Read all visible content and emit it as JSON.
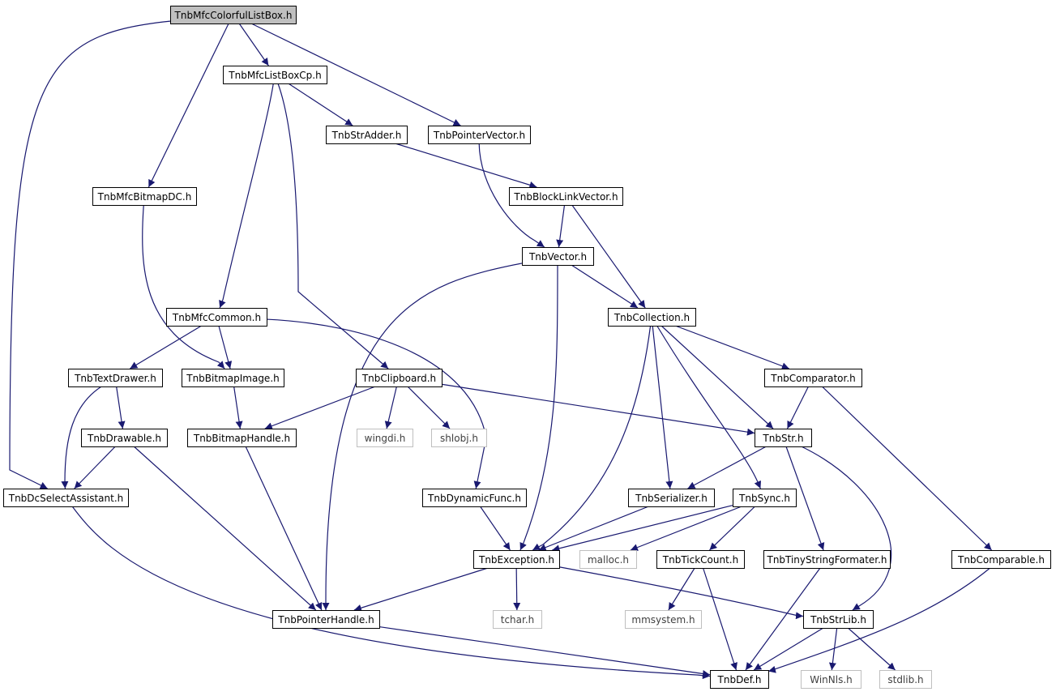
{
  "colors": {
    "edge": "#191970",
    "border": "#000000",
    "border_system": "#bfbfbf",
    "text": "#000000",
    "text_system": "#404040",
    "root_fill": "#bfbfbf",
    "fill": "#ffffff"
  },
  "nodes": [
    {
      "id": "colorful",
      "label": "TnbMfcColorfulListBox.h",
      "kind": "root"
    },
    {
      "id": "listboxcp",
      "label": "TnbMfcListBoxCp.h",
      "kind": "normal"
    },
    {
      "id": "stradder",
      "label": "TnbStrAdder.h",
      "kind": "normal"
    },
    {
      "id": "ptrvector",
      "label": "TnbPointerVector.h",
      "kind": "normal"
    },
    {
      "id": "bitmapdc",
      "label": "TnbMfcBitmapDC.h",
      "kind": "normal"
    },
    {
      "id": "blocklink",
      "label": "TnbBlockLinkVector.h",
      "kind": "normal"
    },
    {
      "id": "vector",
      "label": "TnbVector.h",
      "kind": "normal"
    },
    {
      "id": "mfccommon",
      "label": "TnbMfcCommon.h",
      "kind": "normal"
    },
    {
      "id": "collection",
      "label": "TnbCollection.h",
      "kind": "normal"
    },
    {
      "id": "textdrawer",
      "label": "TnbTextDrawer.h",
      "kind": "normal"
    },
    {
      "id": "bitmapimage",
      "label": "TnbBitmapImage.h",
      "kind": "normal"
    },
    {
      "id": "clipboard",
      "label": "TnbClipboard.h",
      "kind": "normal"
    },
    {
      "id": "comparator",
      "label": "TnbComparator.h",
      "kind": "normal"
    },
    {
      "id": "drawable",
      "label": "TnbDrawable.h",
      "kind": "normal"
    },
    {
      "id": "bitmaphandle",
      "label": "TnbBitmapHandle.h",
      "kind": "normal"
    },
    {
      "id": "wingdi",
      "label": "wingdi.h",
      "kind": "system"
    },
    {
      "id": "shlobj",
      "label": "shlobj.h",
      "kind": "system"
    },
    {
      "id": "str",
      "label": "TnbStr.h",
      "kind": "normal"
    },
    {
      "id": "dcselect",
      "label": "TnbDcSelectAssistant.h",
      "kind": "normal"
    },
    {
      "id": "dynfunc",
      "label": "TnbDynamicFunc.h",
      "kind": "normal"
    },
    {
      "id": "serializer",
      "label": "TnbSerializer.h",
      "kind": "normal"
    },
    {
      "id": "sync",
      "label": "TnbSync.h",
      "kind": "normal"
    },
    {
      "id": "exception",
      "label": "TnbException.h",
      "kind": "normal"
    },
    {
      "id": "malloc",
      "label": "malloc.h",
      "kind": "system"
    },
    {
      "id": "tickcount",
      "label": "TnbTickCount.h",
      "kind": "normal"
    },
    {
      "id": "tinyfmt",
      "label": "TnbTinyStringFormater.h",
      "kind": "normal"
    },
    {
      "id": "comparable",
      "label": "TnbComparable.h",
      "kind": "normal"
    },
    {
      "id": "ptrhandle",
      "label": "TnbPointerHandle.h",
      "kind": "normal"
    },
    {
      "id": "tchar",
      "label": "tchar.h",
      "kind": "system"
    },
    {
      "id": "mmsystem",
      "label": "mmsystem.h",
      "kind": "system"
    },
    {
      "id": "strlib",
      "label": "TnbStrLib.h",
      "kind": "normal"
    },
    {
      "id": "def",
      "label": "TnbDef.h",
      "kind": "normal"
    },
    {
      "id": "winnls",
      "label": "WinNls.h",
      "kind": "system"
    },
    {
      "id": "stdlib",
      "label": "stdlib.h",
      "kind": "system"
    }
  ],
  "edges": [
    {
      "from": "colorful",
      "to": "listboxcp"
    },
    {
      "from": "colorful",
      "to": "ptrvector"
    },
    {
      "from": "colorful",
      "to": "bitmapdc"
    },
    {
      "from": "colorful",
      "to": "dcselect"
    },
    {
      "from": "listboxcp",
      "to": "stradder"
    },
    {
      "from": "listboxcp",
      "to": "mfccommon"
    },
    {
      "from": "listboxcp",
      "to": "clipboard"
    },
    {
      "from": "stradder",
      "to": "blocklink"
    },
    {
      "from": "ptrvector",
      "to": "vector"
    },
    {
      "from": "bitmapdc",
      "to": "bitmapimage"
    },
    {
      "from": "blocklink",
      "to": "vector"
    },
    {
      "from": "blocklink",
      "to": "collection"
    },
    {
      "from": "vector",
      "to": "collection"
    },
    {
      "from": "vector",
      "to": "ptrhandle"
    },
    {
      "from": "vector",
      "to": "exception"
    },
    {
      "from": "mfccommon",
      "to": "textdrawer"
    },
    {
      "from": "mfccommon",
      "to": "bitmapimage"
    },
    {
      "from": "mfccommon",
      "to": "dynfunc"
    },
    {
      "from": "collection",
      "to": "comparator"
    },
    {
      "from": "collection",
      "to": "str"
    },
    {
      "from": "collection",
      "to": "serializer"
    },
    {
      "from": "collection",
      "to": "sync"
    },
    {
      "from": "collection",
      "to": "exception"
    },
    {
      "from": "textdrawer",
      "to": "drawable"
    },
    {
      "from": "textdrawer",
      "to": "dcselect"
    },
    {
      "from": "bitmapimage",
      "to": "bitmaphandle"
    },
    {
      "from": "clipboard",
      "to": "bitmaphandle"
    },
    {
      "from": "clipboard",
      "to": "wingdi"
    },
    {
      "from": "clipboard",
      "to": "shlobj"
    },
    {
      "from": "clipboard",
      "to": "str"
    },
    {
      "from": "comparator",
      "to": "str"
    },
    {
      "from": "comparator",
      "to": "comparable"
    },
    {
      "from": "drawable",
      "to": "dcselect"
    },
    {
      "from": "drawable",
      "to": "ptrhandle"
    },
    {
      "from": "bitmaphandle",
      "to": "ptrhandle"
    },
    {
      "from": "str",
      "to": "serializer"
    },
    {
      "from": "str",
      "to": "tinyfmt"
    },
    {
      "from": "str",
      "to": "strlib"
    },
    {
      "from": "dcselect",
      "to": "def"
    },
    {
      "from": "dynfunc",
      "to": "exception"
    },
    {
      "from": "serializer",
      "to": "exception"
    },
    {
      "from": "sync",
      "to": "exception"
    },
    {
      "from": "sync",
      "to": "malloc"
    },
    {
      "from": "sync",
      "to": "tickcount"
    },
    {
      "from": "exception",
      "to": "ptrhandle"
    },
    {
      "from": "exception",
      "to": "tchar"
    },
    {
      "from": "exception",
      "to": "strlib"
    },
    {
      "from": "tickcount",
      "to": "mmsystem"
    },
    {
      "from": "tickcount",
      "to": "def"
    },
    {
      "from": "tinyfmt",
      "to": "def"
    },
    {
      "from": "comparable",
      "to": "def"
    },
    {
      "from": "ptrhandle",
      "to": "def"
    },
    {
      "from": "strlib",
      "to": "def"
    },
    {
      "from": "strlib",
      "to": "winnls"
    },
    {
      "from": "strlib",
      "to": "stdlib"
    }
  ]
}
